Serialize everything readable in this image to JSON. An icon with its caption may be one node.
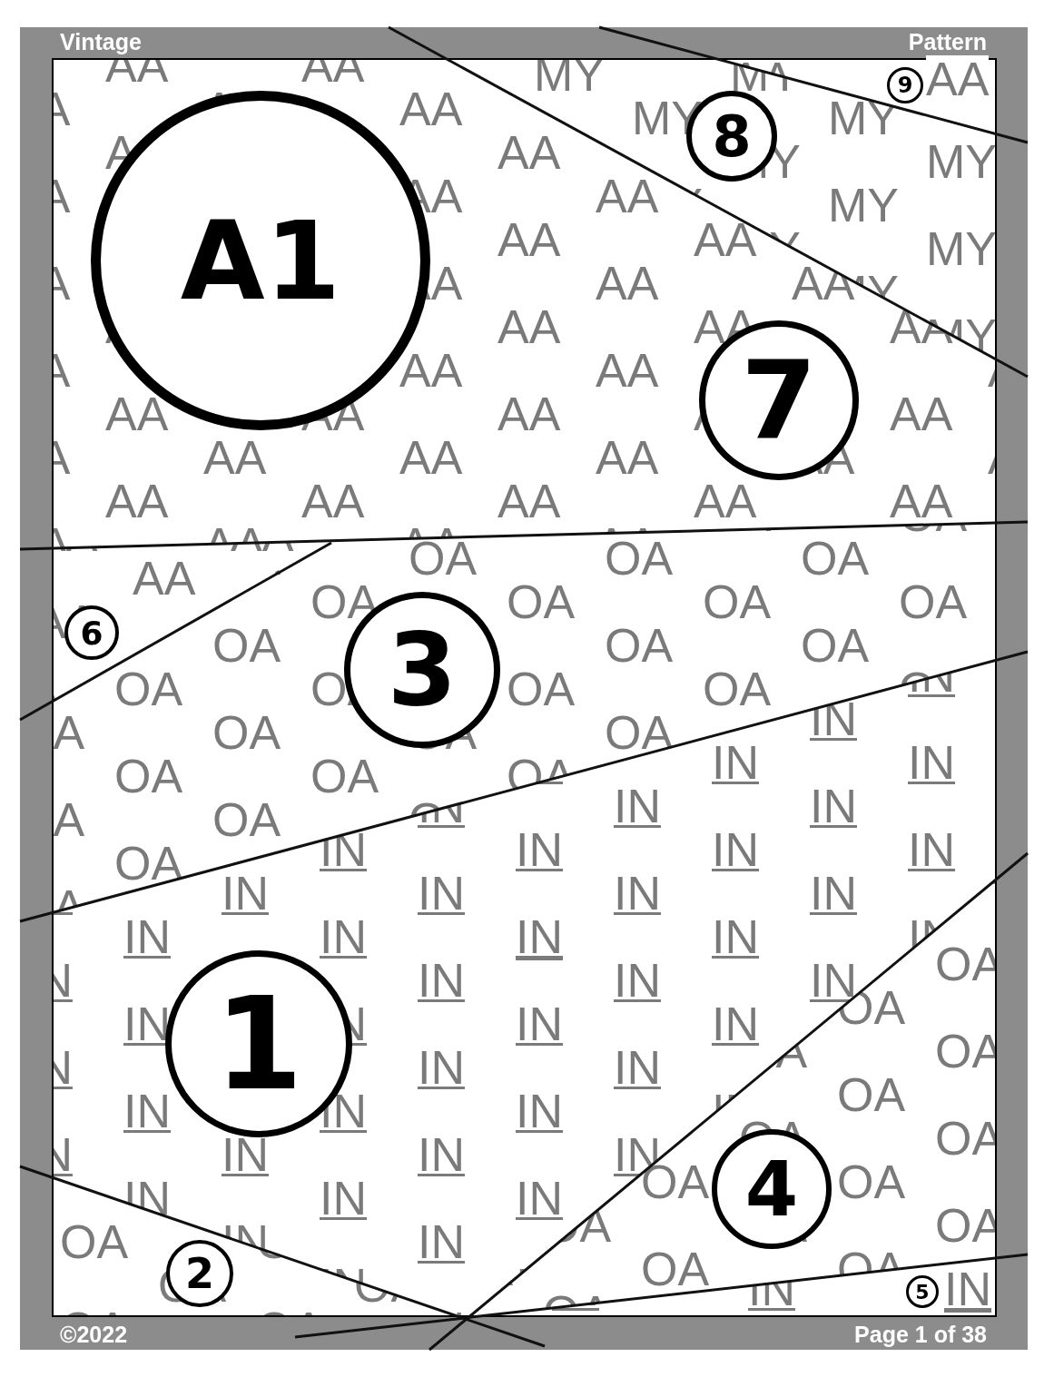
{
  "diagram": {
    "labels": [
      "Vintage",
      "Pattern",
      "A1",
      "8",
      "9",
      "7",
      "3",
      "6",
      "1",
      "4",
      "5",
      "2",
      "©2022",
      "Page 1 of 38",
      "AA",
      "MY",
      "AA",
      "AA",
      "OA",
      "IN",
      "OA",
      "IN",
      "OA"
    ]
  }
}
